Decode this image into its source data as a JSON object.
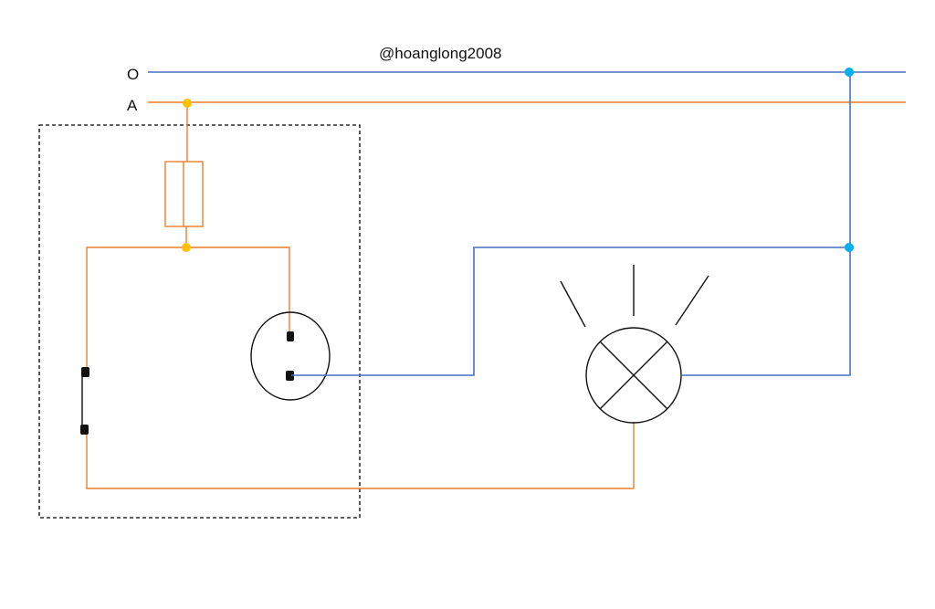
{
  "watermark": "@hoanglong2008",
  "lines": {
    "neutral_label": "O",
    "phase_label": "A"
  },
  "colors": {
    "neutral_wire": "#4472C4",
    "phase_wire": "#ED7D31",
    "phase_junction": "#FFC000",
    "neutral_junction": "#00B0F0",
    "symbol_stroke": "#111111",
    "enclosure_border": "#000000",
    "background": "#FFFFFF"
  },
  "icons": {
    "fuse": "fuse-icon",
    "socket": "socket-icon",
    "switch": "switch-icon",
    "lamp": "lamp-icon"
  }
}
